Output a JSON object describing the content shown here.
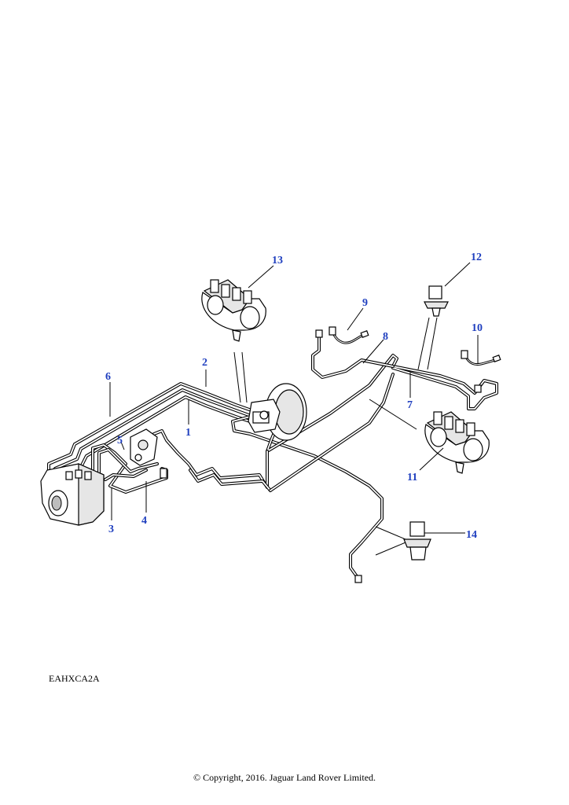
{
  "diagram": {
    "reference_code": "EAHXCA2A",
    "copyright": "© Copyright, 2016. Jaguar Land Rover Limited.",
    "callout_color": "#1f3fbf",
    "callouts": {
      "c1": "1",
      "c2": "2",
      "c3": "3",
      "c4": "4",
      "c5": "5",
      "c6": "6",
      "c7": "7",
      "c8": "8",
      "c9": "9",
      "c10": "10",
      "c11": "11",
      "c12": "12",
      "c13": "13",
      "c14": "14"
    }
  }
}
